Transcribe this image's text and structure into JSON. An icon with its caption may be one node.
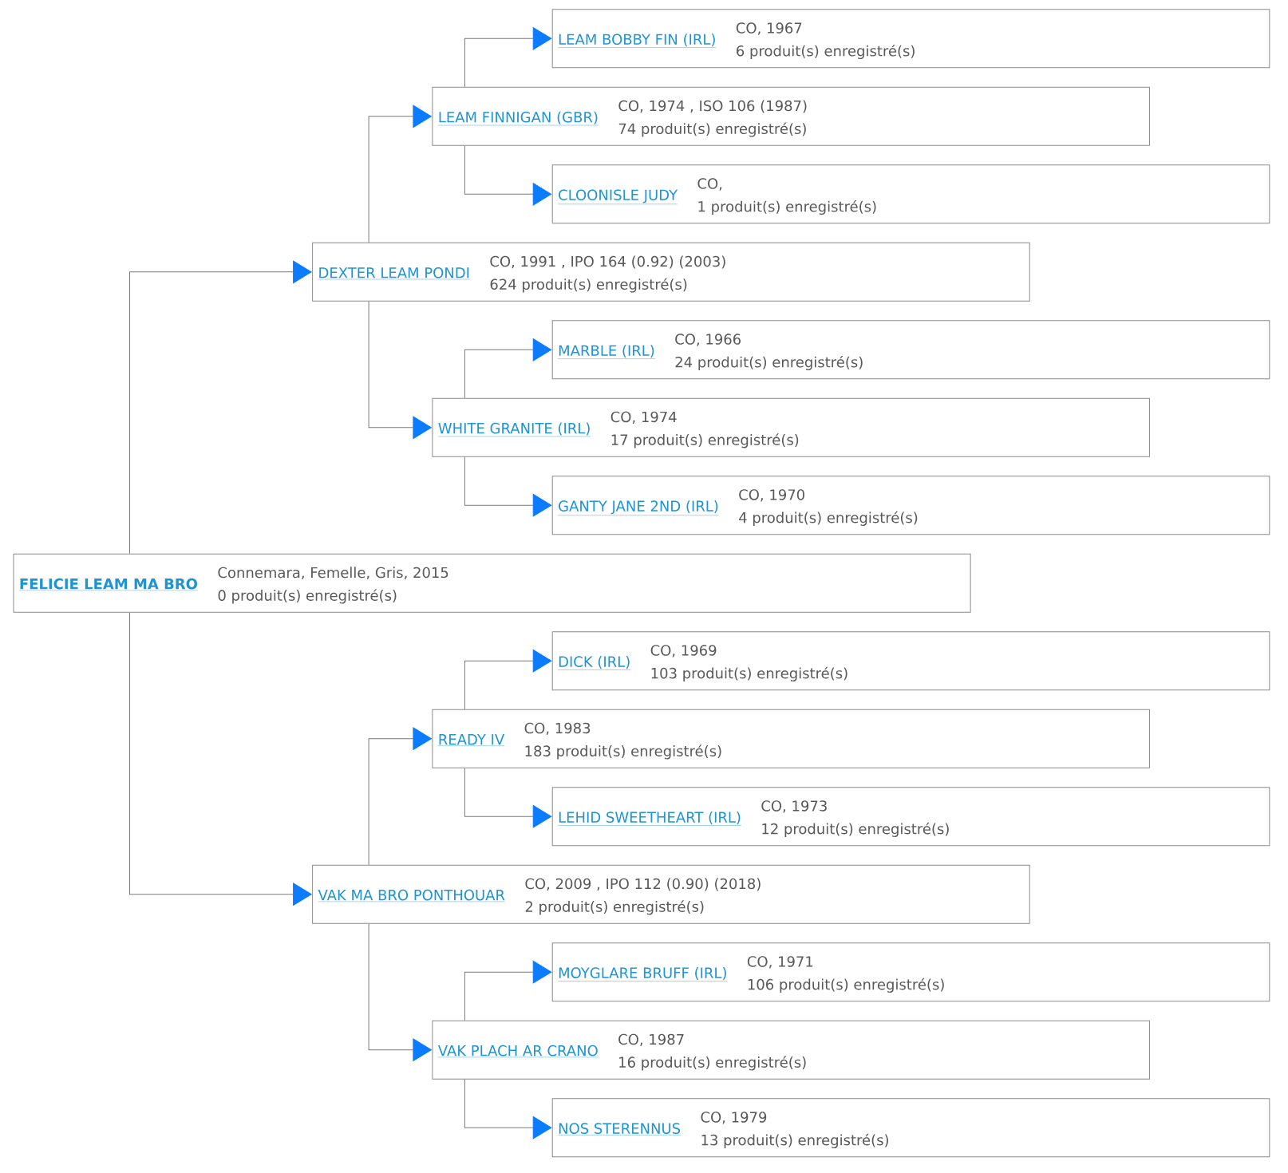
{
  "diagram": {
    "nodes": [
      {
        "text": [
          "LEAM BOBBY FIN (IRL)",
          "CO, 1967",
          "6 produit(s) enregistré(s)"
        ]
      },
      {
        "text": [
          "LEAM FINNIGAN (GBR)",
          "CO, 1974 , ISO 106 (1987)",
          "74 produit(s) enregistré(s)"
        ]
      },
      {
        "text": [
          "CLOONISLE JUDY",
          "CO,",
          "1 produit(s) enregistré(s)"
        ]
      },
      {
        "text": [
          "DEXTER LEAM PONDI",
          "CO, 1991 , IPO 164 (0.92) (2003)",
          "624 produit(s) enregistré(s)"
        ]
      },
      {
        "text": [
          "MARBLE (IRL)",
          "CO, 1966",
          "24 produit(s) enregistré(s)"
        ]
      },
      {
        "text": [
          "WHITE GRANITE (IRL)",
          "CO, 1974",
          "17 produit(s) enregistré(s)"
        ]
      },
      {
        "text": [
          "GANTY JANE 2ND (IRL)",
          "CO, 1970",
          "4 produit(s) enregistré(s)"
        ]
      },
      {
        "text": [
          "FELICIE LEAM MA BRO",
          "Connemara, Femelle, Gris, 2015",
          "0 produit(s) enregistré(s)"
        ]
      },
      {
        "text": [
          "DICK (IRL)",
          "CO, 1969",
          "103 produit(s) enregistré(s)"
        ]
      },
      {
        "text": [
          "READY IV",
          "CO, 1983",
          "183 produit(s) enregistré(s)"
        ]
      },
      {
        "text": [
          "LEHID SWEETHEART (IRL)",
          "CO, 1973",
          "12 produit(s) enregistré(s)"
        ]
      },
      {
        "text": [
          "VAK MA BRO PONTHOUAR",
          "CO, 2009 , IPO 112 (0.90) (2018)",
          "2 produit(s) enregistré(s)"
        ]
      },
      {
        "text": [
          "MOYGLARE BRUFF (IRL)",
          "CO, 1971",
          "106 produit(s) enregistré(s)"
        ]
      },
      {
        "text": [
          "VAK PLACH AR CRANO",
          "CO, 1987",
          "16 produit(s) enregistré(s)"
        ]
      },
      {
        "text": [
          "NOS STERENNUS",
          "CO, 1979",
          "13 produit(s) enregistré(s)"
        ]
      }
    ],
    "edges": [
      {
        "from": 7,
        "to": 3,
        "arrow": "to"
      },
      {
        "from": 3,
        "to": 1,
        "arrow": "to"
      },
      {
        "from": 1,
        "to": 0,
        "arrow": "to"
      },
      {
        "from": 1,
        "to": 2,
        "arrow": "to"
      },
      {
        "from": 3,
        "to": 5,
        "arrow": "to"
      },
      {
        "from": 5,
        "to": 4,
        "arrow": "to"
      },
      {
        "from": 5,
        "to": 6,
        "arrow": "to"
      },
      {
        "from": 7,
        "to": 11,
        "arrow": "to"
      },
      {
        "from": 11,
        "to": 9,
        "arrow": "to"
      },
      {
        "from": 9,
        "to": 8,
        "arrow": "to"
      },
      {
        "from": 9,
        "to": 10,
        "arrow": "to"
      },
      {
        "from": 11,
        "to": 13,
        "arrow": "to"
      },
      {
        "from": 13,
        "to": 12,
        "arrow": "to"
      },
      {
        "from": 13,
        "to": 14,
        "arrow": "to"
      }
    ]
  }
}
